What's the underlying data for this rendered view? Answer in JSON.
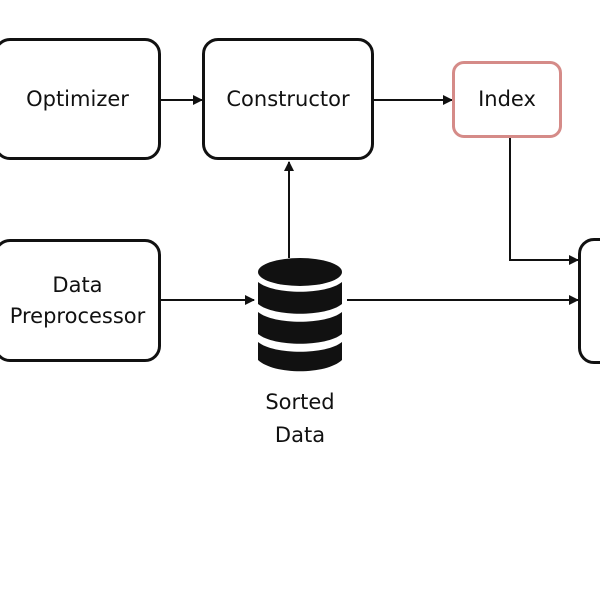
{
  "nodes": {
    "optimizer": "Optimizer",
    "constructor": "Constructor",
    "index": "Index",
    "data_preprocessor": "Data\nPreprocessor",
    "sorted_data": "Sorted\nData"
  },
  "colors": {
    "stroke": "#111111",
    "index_border": "#d58b88",
    "background": "#ffffff"
  },
  "icons": {
    "sorted_data": "database-icon"
  }
}
